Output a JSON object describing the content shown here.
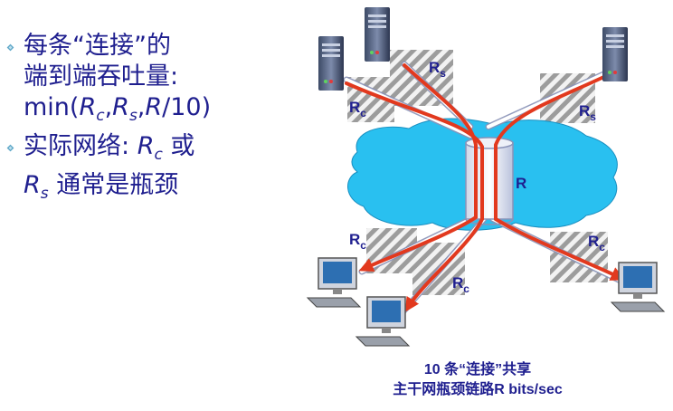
{
  "bullets": [
    {
      "line1": "每条“连接”的",
      "line2": "端到端吞吐量:",
      "formula": {
        "prefix": "min(",
        "r1": "R",
        "s1": "c",
        "sep1": ",",
        "r2": "R",
        "s2": "s",
        "sep2": ",",
        "r3": "R",
        "tail": "/10)"
      }
    },
    {
      "line1_prefix": "实际网络: ",
      "line1_r": "R",
      "line1_sub": "c",
      "line1_suffix": " 或",
      "line2_r": "R",
      "line2_sub": "s",
      "line2_suffix": " 通常是瓶颈"
    }
  ],
  "diagram": {
    "link_labels": {
      "rs_main": "R",
      "rs_sub": "s",
      "rs2_main": "R",
      "rs2_sub": "s",
      "rc_hidden": "R",
      "rc_hidden_sub": "c",
      "core": "R",
      "rc1_main": "R",
      "rc1_sub": "c",
      "rc2_main": "R",
      "rc2_sub": "c",
      "rc3_main": "R",
      "rc3_sub": "c"
    },
    "colors": {
      "cloud": "#29c0f0",
      "path": "#e2391e",
      "text": "#1f1f8f"
    },
    "icons": [
      "server-icon",
      "computer-icon"
    ]
  },
  "caption": {
    "line1": "10 条“连接”共享",
    "line2": "主干网瓶颈链路R bits/sec"
  }
}
